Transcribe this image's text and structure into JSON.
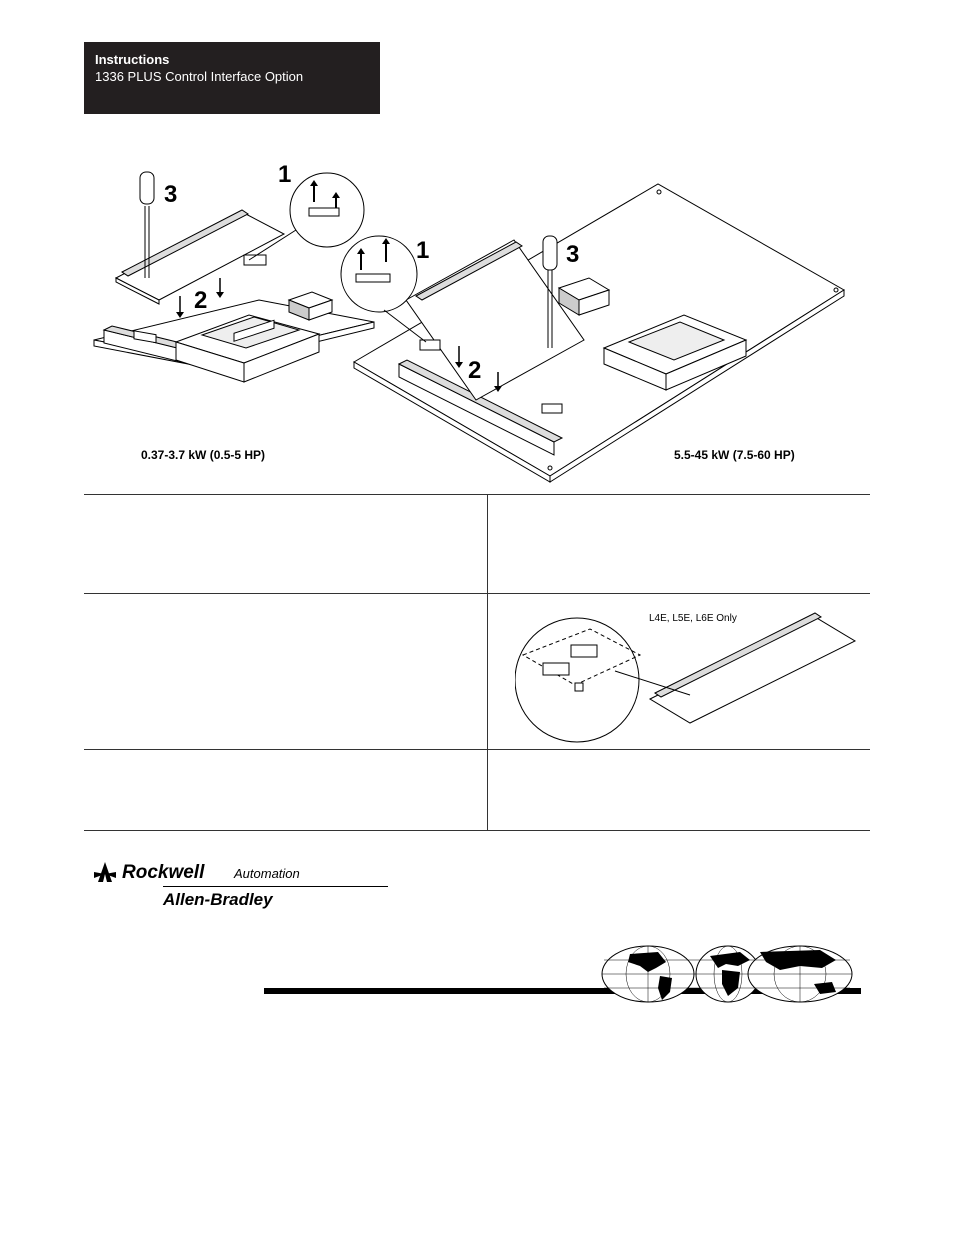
{
  "header": {
    "title": "Instructions",
    "subtitle": "1336 PLUS Control Interface Option"
  },
  "figure": {
    "steps": {
      "one": "1",
      "two": "2",
      "three": "3"
    },
    "caption_left": "0.37-3.7 kW (0.5-5 HP)",
    "caption_right": "5.5-45 kW (7.5-60 HP)"
  },
  "table": {
    "inset_label": "L4E, L5E, L6E Only"
  },
  "brand": {
    "rockwell": "Rockwell",
    "automation": "Automation",
    "allen_bradley": "Allen-Bradley"
  }
}
